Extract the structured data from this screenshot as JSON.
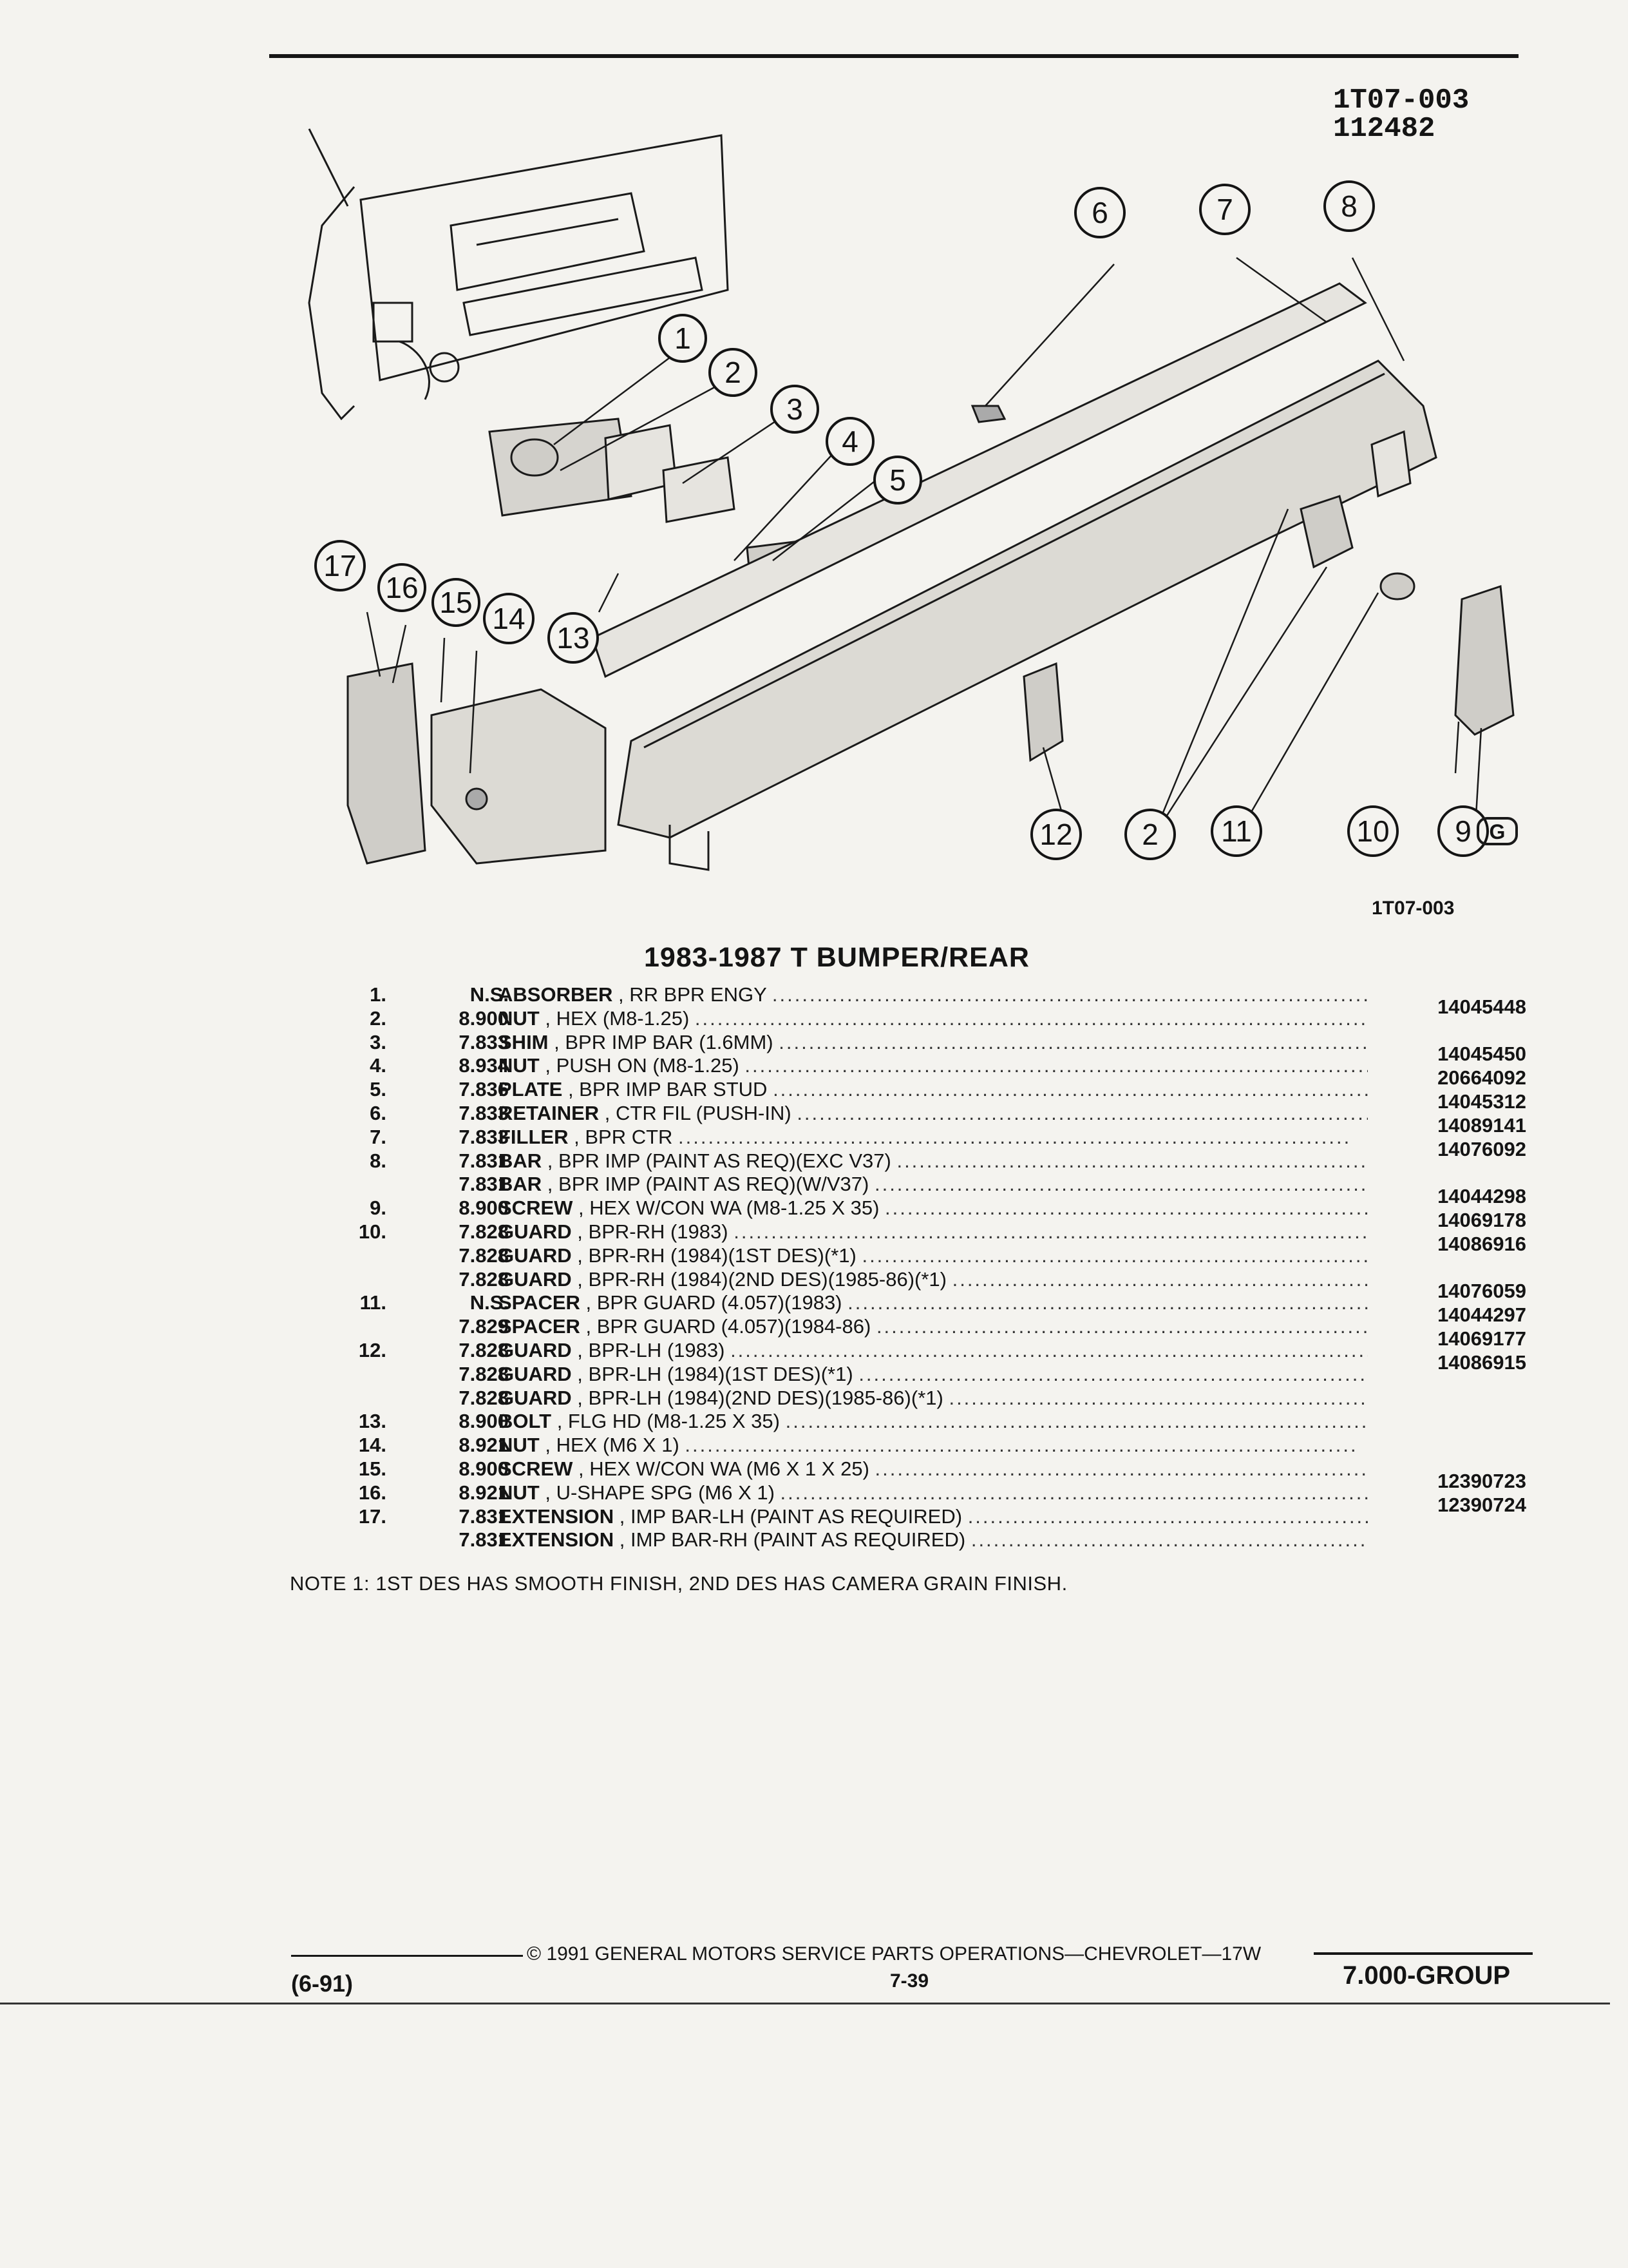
{
  "header": {
    "doc_code": "1T07-003",
    "doc_number": "112482"
  },
  "diagram": {
    "figure_code": "1T07-003",
    "callouts": [
      "1",
      "2",
      "3",
      "4",
      "5",
      "6",
      "7",
      "8",
      "9",
      "10",
      "11",
      "12",
      "2",
      "13",
      "14",
      "15",
      "16",
      "17"
    ],
    "logo_letter": "G"
  },
  "title": "1983-1987 T BUMPER/REAR",
  "parts": [
    {
      "num": "1.",
      "group": "N.S.",
      "name": "ABSORBER",
      "desc": ", RR BPR ENGY",
      "part_no": ""
    },
    {
      "num": "2.",
      "group": "8.900",
      "name": "NUT",
      "desc": ", HEX (M8-1.25)",
      "part_no": "14045448"
    },
    {
      "num": "3.",
      "group": "7.833",
      "name": "SHIM",
      "desc": ", BPR IMP BAR (1.6MM)",
      "part_no": ""
    },
    {
      "num": "4.",
      "group": "8.934",
      "name": "NUT",
      "desc": ", PUSH ON (M8-1.25)",
      "part_no": "14045450"
    },
    {
      "num": "5.",
      "group": "7.836",
      "name": "PLATE",
      "desc": ", BPR IMP BAR STUD",
      "part_no": "20664092"
    },
    {
      "num": "6.",
      "group": "7.833",
      "name": "RETAINER",
      "desc": ", CTR FIL (PUSH-IN)",
      "part_no": "14045312"
    },
    {
      "num": "7.",
      "group": "7.833",
      "name": "FILLER",
      "desc": ", BPR CTR",
      "part_no": "14089141"
    },
    {
      "num": "8.",
      "group": "7.831",
      "name": "BAR",
      "desc": ", BPR IMP (PAINT AS REQ)(EXC V37)",
      "part_no": "14076092"
    },
    {
      "num": "",
      "group": "7.831",
      "name": "BAR",
      "desc": ", BPR IMP (PAINT AS REQ)(W/V37)",
      "part_no": ""
    },
    {
      "num": "9.",
      "group": "8.900",
      "name": "SCREW",
      "desc": ", HEX W/CON WA (M8-1.25 X 35)",
      "part_no": "14044298"
    },
    {
      "num": "10.",
      "group": "7.828",
      "name": "GUARD",
      "desc": ", BPR-RH (1983)",
      "part_no": "14069178"
    },
    {
      "num": "",
      "group": "7.828",
      "name": "GUARD",
      "desc": ", BPR-RH (1984)(1ST DES)(*1)",
      "part_no": "14086916"
    },
    {
      "num": "",
      "group": "7.828",
      "name": "GUARD",
      "desc": ", BPR-RH (1984)(2ND DES)(1985-86)(*1)",
      "part_no": ""
    },
    {
      "num": "11.",
      "group": "N.S.",
      "name": "SPACER",
      "desc": ", BPR GUARD (4.057)(1983)",
      "part_no": "14076059"
    },
    {
      "num": "",
      "group": "7.829",
      "name": "SPACER",
      "desc": ", BPR GUARD (4.057)(1984-86)",
      "part_no": "14044297"
    },
    {
      "num": "12.",
      "group": "7.828",
      "name": "GUARD",
      "desc": ", BPR-LH (1983)",
      "part_no": "14069177"
    },
    {
      "num": "",
      "group": "7.828",
      "name": "GUARD",
      "desc": ", BPR-LH (1984)(1ST DES)(*1)",
      "part_no": "14086915"
    },
    {
      "num": "",
      "group": "7.828",
      "name": "GUARD",
      "desc": ", BPR-LH (1984)(2ND DES)(1985-86)(*1)",
      "part_no": ""
    },
    {
      "num": "13.",
      "group": "8.900",
      "name": "BOLT",
      "desc": ", FLG HD (M8-1.25 X 35)",
      "part_no": ""
    },
    {
      "num": "14.",
      "group": "8.921",
      "name": "NUT",
      "desc": ", HEX (M6 X 1)",
      "part_no": ""
    },
    {
      "num": "15.",
      "group": "8.900",
      "name": "SCREW",
      "desc": ", HEX W/CON WA (M6 X 1 X 25)",
      "part_no": ""
    },
    {
      "num": "16.",
      "group": "8.921",
      "name": "NUT",
      "desc": ", U-SHAPE SPG (M6 X 1)",
      "part_no": "12390723"
    },
    {
      "num": "17.",
      "group": "7.831",
      "name": "EXTENSION",
      "desc": ", IMP BAR-LH (PAINT AS REQUIRED)",
      "part_no": "12390724"
    },
    {
      "num": "",
      "group": "7.831",
      "name": "EXTENSION",
      "desc": ", IMP BAR-RH (PAINT AS REQUIRED)",
      "part_no": ""
    }
  ],
  "note": "NOTE 1: 1ST DES HAS SMOOTH FINISH, 2ND DES HAS CAMERA GRAIN FINISH.",
  "footer": {
    "date": "(6-91)",
    "copyright": "© 1991 GENERAL MOTORS SERVICE PARTS OPERATIONS—CHEVROLET—17W",
    "page": "7-39",
    "group": "7.000-GROUP"
  }
}
